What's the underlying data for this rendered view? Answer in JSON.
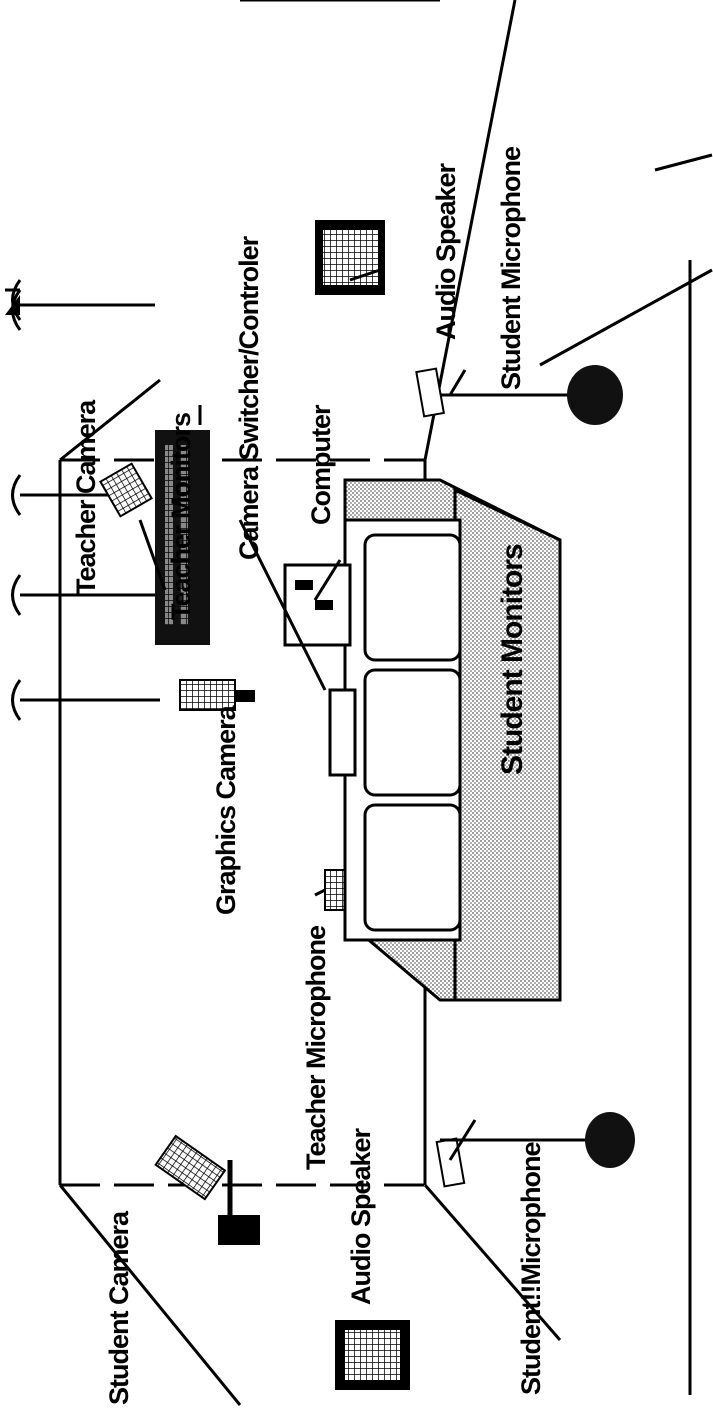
{
  "labels": {
    "student_camera": "Student Camera",
    "audio_speaker_left": "Audio Speaker",
    "student_microphone_left": "Student!!Microphone",
    "teacher_microphone": "Teacher Microphone",
    "graphics_camera": "Graphics Camera",
    "teacher_camera": "Teacher Camera",
    "teacher_monitors": "Teacher Monitors",
    "camera_switcher": "Camera Switcher/Controler",
    "computer": "Computer",
    "student_monitors": "Student Monitors",
    "audio_speaker_right": "Audio Speaker",
    "student_microphone_right": "Student Microphone"
  },
  "colors": {
    "ink": "#000000",
    "paper": "#ffffff",
    "stipple": "#9a9a9a"
  }
}
